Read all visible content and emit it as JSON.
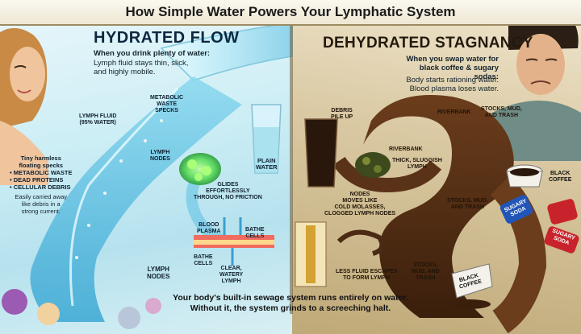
{
  "title": "How Simple Water Powers Your Lymphatic System",
  "left_panel": {
    "heading": "HYDRATED FLOW",
    "subheading": "When you drink plenty of water:",
    "body": [
      "Lymph fluid stays thin, slick,",
      "and highly mobile."
    ],
    "labels": {
      "metabolic_waste": [
        "METABOLIC",
        "WASTE",
        "SPECKS"
      ],
      "lymph_fluid": [
        "LYMPH FLUID",
        "(95% WATER)"
      ],
      "lymph_nodes_top": [
        "LYMPH",
        "NODES"
      ],
      "plain_water": [
        "PLAIN",
        "WATER"
      ],
      "glides": [
        "GLIDES",
        "EFFORTLESSLY",
        "THROUGH, NO FRICTION"
      ],
      "blood_plasma": [
        "BLOOD",
        "PLASMA"
      ],
      "bathe_cells_right": [
        "BATHE",
        "CELLS"
      ],
      "bathe_cells_left": [
        "BATHE",
        "CELLS"
      ],
      "clear_lymph": [
        "CLEAR,",
        "WATERY",
        "LYMPH"
      ],
      "lymph_nodes_bottom": [
        "LYMPH",
        "NODES"
      ]
    },
    "bullets_intro": [
      "Tiny harmless",
      "floating specks"
    ],
    "bullets": [
      "METABOLIC WASTE",
      "DEAD PROTEINS",
      "CELLULAR DEBRIS"
    ],
    "carried": [
      "Easily carried away",
      "like debris in a",
      "strong current."
    ]
  },
  "right_panel": {
    "heading": "DEHYDRATED STAGNANCY",
    "subheading": [
      "When you swap water for",
      "black coffee & sugary sodas:"
    ],
    "body": [
      "Body starts rationing water.",
      "Blood plasma loses water."
    ],
    "labels": {
      "debris_pile": [
        "DEBRIS",
        "PILE UP"
      ],
      "riverbank_top": "RIVERBANK",
      "stocks_top": [
        "STOCKS, MUD,",
        "AND TRASH"
      ],
      "riverbank_mid": "RIVERBANK",
      "thick_lymph": [
        "THICK, SLUGGISH",
        "LYMPH"
      ],
      "nodes_molasses": [
        "NODES",
        "MOVES LIKE",
        "COLD MOLASSES,",
        "CLOGGED LYMPH NODES"
      ],
      "stocks_mid": [
        "STOCKS, MUD,",
        "AND TRASH"
      ],
      "less_fluid": [
        "LESS FLUID ESCAPES",
        "TO FORM LYMPH"
      ],
      "stocks_bottom": [
        "STOCKS,",
        "MUD, AND",
        "TRASH"
      ]
    },
    "cups": {
      "black_coffee_top": [
        "BLACK",
        "COFFEE"
      ],
      "sugary_soda_blue": [
        "SUGARY",
        "SODA"
      ],
      "sugary_soda_red": [
        "SUGARY",
        "SODA"
      ],
      "black_coffee_bottom": [
        "BLACK",
        "COFFEE"
      ]
    }
  },
  "footer": [
    "Your body's built-in sewage system runs entirely on water.",
    "Without it, the system grinds to a screeching halt."
  ],
  "colors": {
    "water": "#5fc3e4",
    "water_light": "#c8f1fb",
    "sludge": "#4a2a14",
    "node_green": "#5fe05a",
    "accent_dark": "#0d2940"
  }
}
